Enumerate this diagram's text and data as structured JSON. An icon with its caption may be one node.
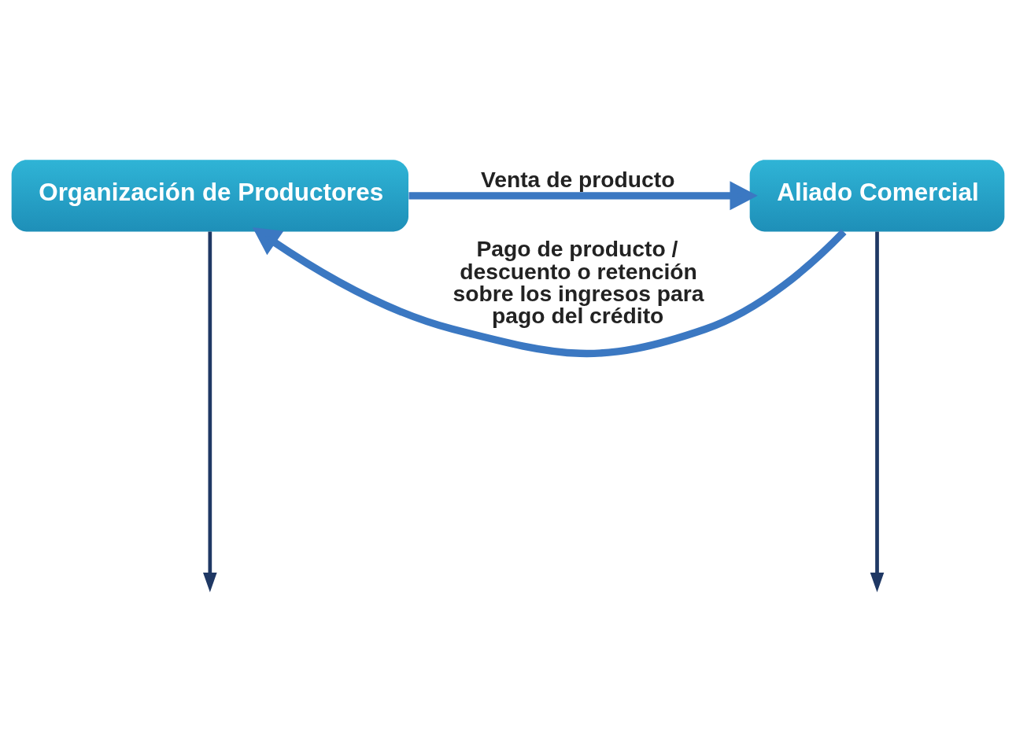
{
  "diagram": {
    "nodes": [
      {
        "text": [
          "Organización de Productores"
        ]
      },
      {
        "text": [
          "Aliado Comercial"
        ]
      }
    ],
    "edges": [
      {
        "from": 0,
        "to": 1,
        "arrow": "to",
        "label": "Venta de producto",
        "style": "thick",
        "color": "#3b78c2"
      },
      {
        "from": 1,
        "to": 0,
        "arrow": "to",
        "label": "Pago de producto / descuento o retención sobre los ingresos para pago del crédito",
        "style": "thick",
        "color": "#3b78c2"
      },
      {
        "from": 0,
        "to": null,
        "arrow": "to",
        "color": "#1f3864"
      },
      {
        "from": 1,
        "to": null,
        "arrow": "to",
        "color": "#1f3864"
      }
    ]
  }
}
